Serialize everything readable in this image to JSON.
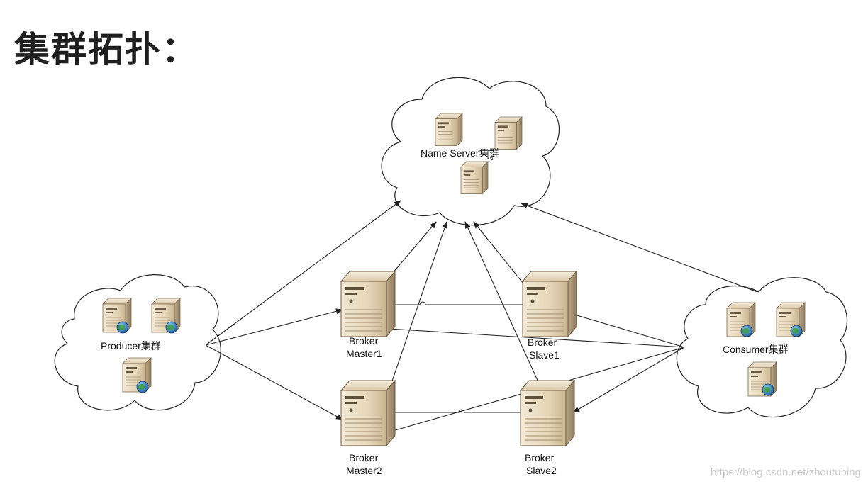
{
  "title": "集群拓扑：",
  "name_server_cluster": {
    "label": "Name Server集群"
  },
  "producer_cluster": {
    "label": "Producer集群"
  },
  "consumer_cluster": {
    "label": "Consumer集群"
  },
  "brokers": {
    "master1": {
      "line1": "Broker",
      "line2": "Master1"
    },
    "master2": {
      "line1": "Broker",
      "line2": "Master2"
    },
    "slave1": {
      "line1": "Broker",
      "line2": "Slave1"
    },
    "slave2": {
      "line1": "Broker",
      "line2": "Slave2"
    }
  },
  "watermark": "https://blog.csdn.net/zhoutubing",
  "colors": {
    "server_body": "#e9dcc4",
    "server_shadow": "#b9a583",
    "line": "#222222",
    "globe": "#2f7fc0"
  }
}
